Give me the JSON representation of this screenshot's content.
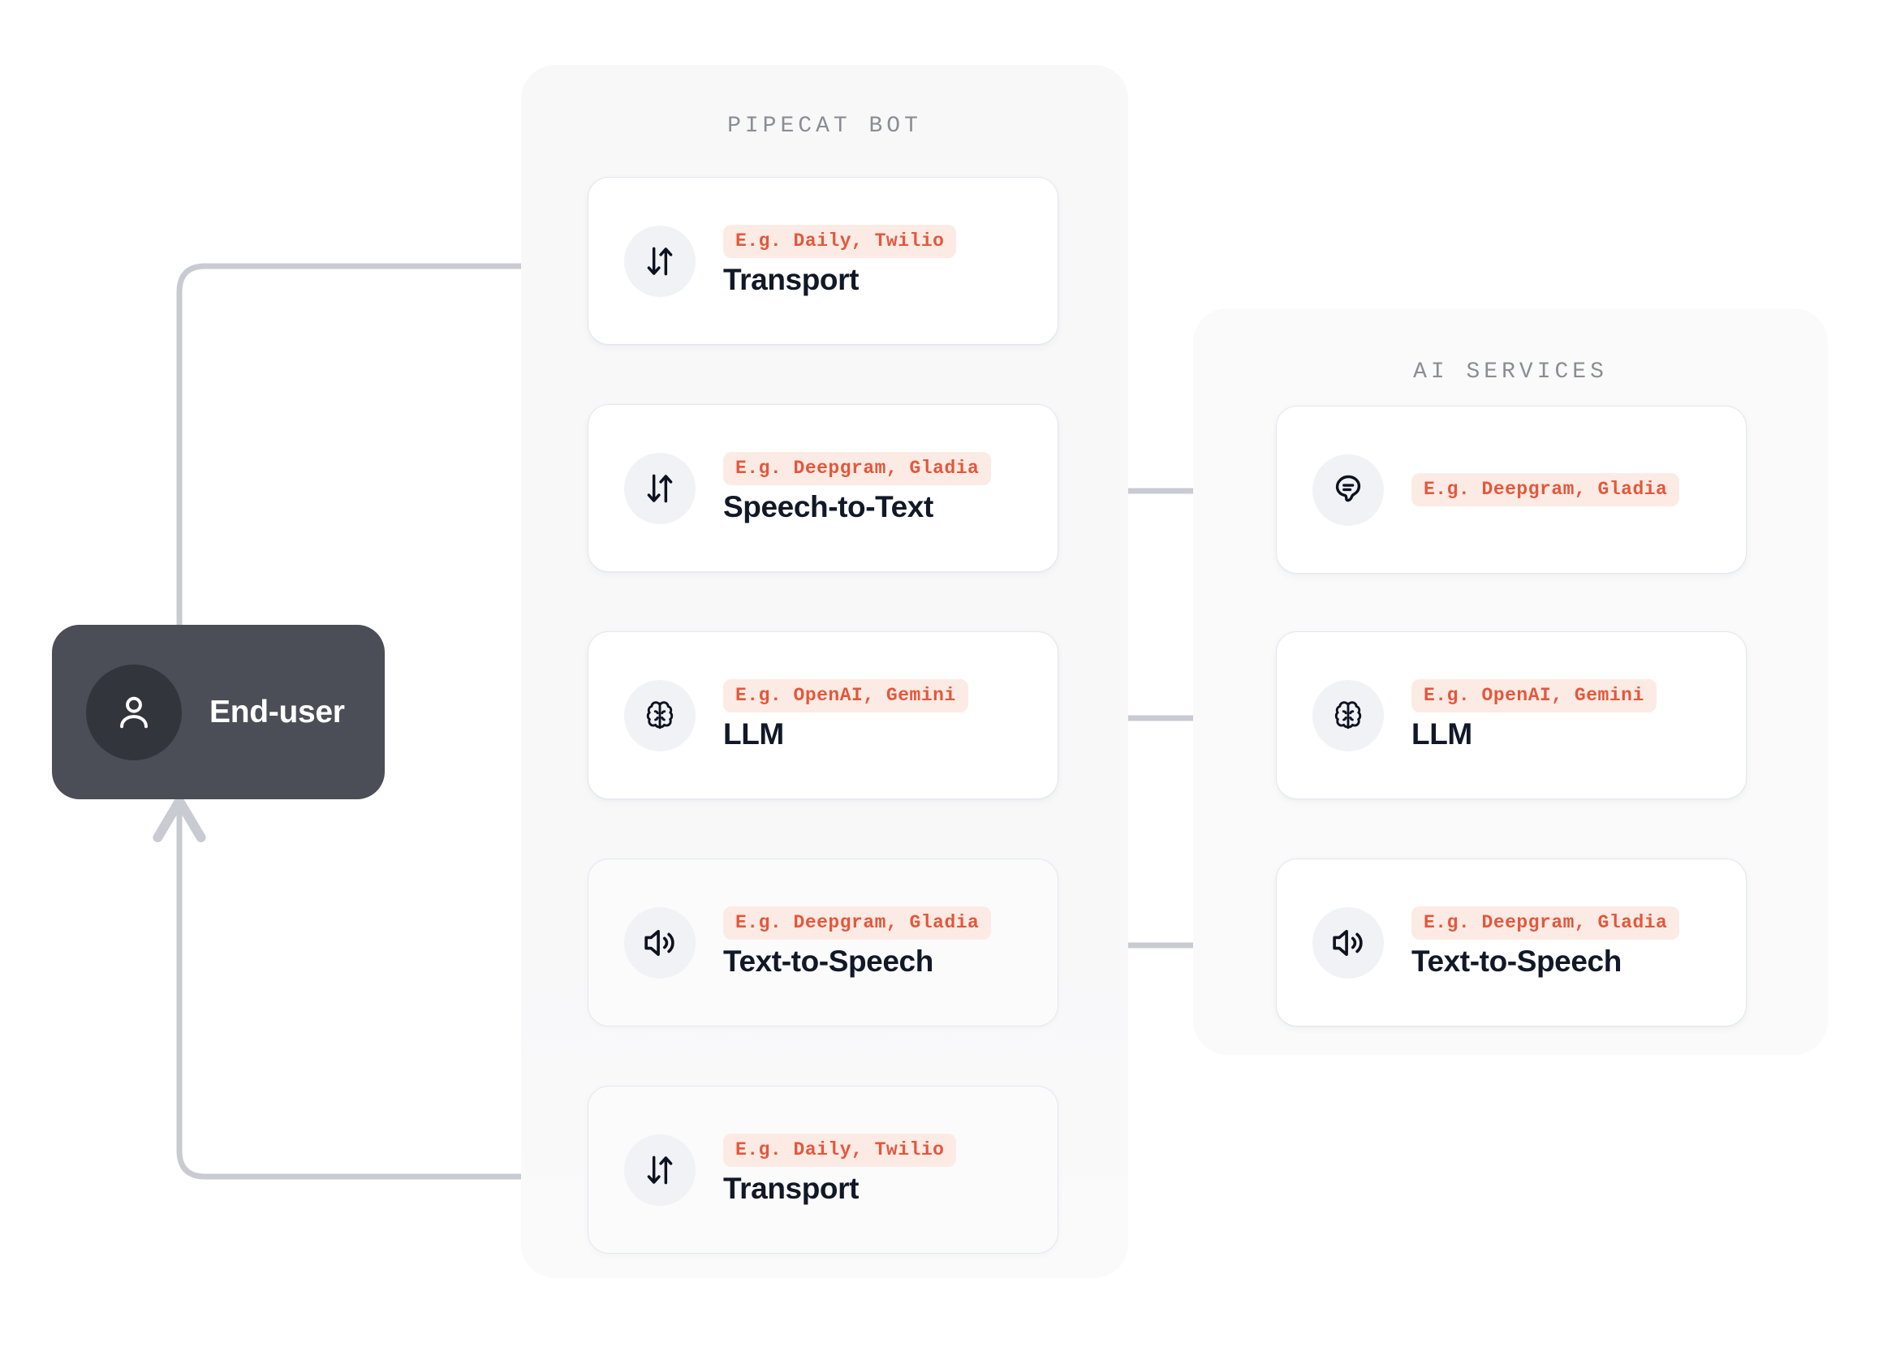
{
  "groups": {
    "pipecat": {
      "title": "PIPECAT BOT"
    },
    "ai_services": {
      "title": "AI SERVICES"
    }
  },
  "end_user": {
    "label": "End-user",
    "icon": "user-icon"
  },
  "colors": {
    "badge_bg": "#fcebe4",
    "badge_text": "#e4573c",
    "panel_bg": "#f8f8f9",
    "card_bg": "#ffffff",
    "card_border": "#e3e7ef",
    "end_user_bg": "#4b4d57",
    "connector": "#c8cbd1",
    "group_title": "#8b8d94",
    "card_title": "#111827"
  },
  "pipecat_cards": [
    {
      "id": "transport-in",
      "icon": "transfer-icon",
      "badge": "E.g. Daily, Twilio",
      "title": "Transport"
    },
    {
      "id": "speech-to-text",
      "icon": "transfer-icon",
      "badge": "E.g. Deepgram, Gladia",
      "title": "Speech-to-Text"
    },
    {
      "id": "llm",
      "icon": "brain-icon",
      "badge": "E.g. OpenAI, Gemini",
      "title": "LLM"
    },
    {
      "id": "text-to-speech",
      "icon": "speaker-icon",
      "badge": "E.g. Deepgram, Gladia",
      "title": "Text-to-Speech"
    },
    {
      "id": "transport-out",
      "icon": "transfer-icon",
      "badge": "E.g. Daily, Twilio",
      "title": "Transport"
    }
  ],
  "ai_service_cards": [
    {
      "id": "ai-stt",
      "icon": "chat-bubble-icon",
      "badge": "E.g. Deepgram, Gladia",
      "title": ""
    },
    {
      "id": "ai-llm",
      "icon": "brain-icon",
      "badge": "E.g. OpenAI, Gemini",
      "title": "LLM"
    },
    {
      "id": "ai-tts",
      "icon": "speaker-icon",
      "badge": "E.g. Deepgram, Gladia",
      "title": "Text-to-Speech"
    }
  ],
  "connections": [
    {
      "from": "end-user",
      "to": "transport-in",
      "direction": "one-way"
    },
    {
      "from": "transport-in",
      "to": "speech-to-text",
      "direction": "one-way"
    },
    {
      "from": "speech-to-text",
      "to": "llm",
      "direction": "one-way"
    },
    {
      "from": "llm",
      "to": "text-to-speech",
      "direction": "one-way"
    },
    {
      "from": "text-to-speech",
      "to": "transport-out",
      "direction": "one-way"
    },
    {
      "from": "transport-out",
      "to": "end-user",
      "direction": "one-way"
    },
    {
      "from": "speech-to-text",
      "to": "ai-stt",
      "direction": "two-way"
    },
    {
      "from": "llm",
      "to": "ai-llm",
      "direction": "two-way"
    },
    {
      "from": "text-to-speech",
      "to": "ai-tts",
      "direction": "two-way"
    }
  ]
}
